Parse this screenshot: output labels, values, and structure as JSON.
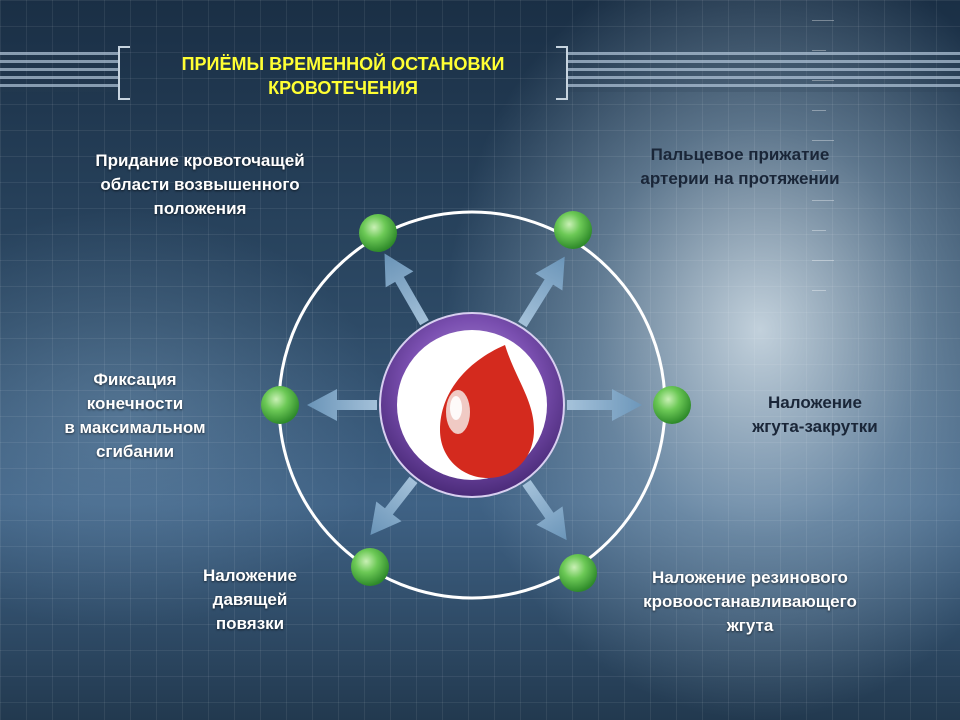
{
  "title": {
    "line1": "ПРИЁМЫ ВРЕМЕННОЙ ОСТАНОВКИ",
    "line2": "КРОВОТЕЧЕНИЯ"
  },
  "methods": {
    "elevation": [
      "Придание кровоточащей",
      "области возвышенного",
      "положения"
    ],
    "finger_pressure": [
      "Пальцевое прижатие",
      "артерии на протяжении"
    ],
    "flexion": [
      "Фиксация",
      "конечности",
      "в максимальном",
      "сгибании"
    ],
    "twist_tourniquet": [
      "Наложение",
      "жгута-закрутки"
    ],
    "pressure_bandage": [
      "Наложение",
      "давящей",
      "повязки"
    ],
    "rubber_tourniquet": [
      "Наложение резинового",
      "кровоостанавливающего",
      "жгута"
    ]
  },
  "colors": {
    "title": "#ffff33",
    "node": "#5cc24a",
    "ring_outer": "#7a4fb0",
    "drop": "#d42a1e",
    "arrow": "#7fa6c6"
  },
  "icons": {
    "center": "blood-drop-icon"
  }
}
